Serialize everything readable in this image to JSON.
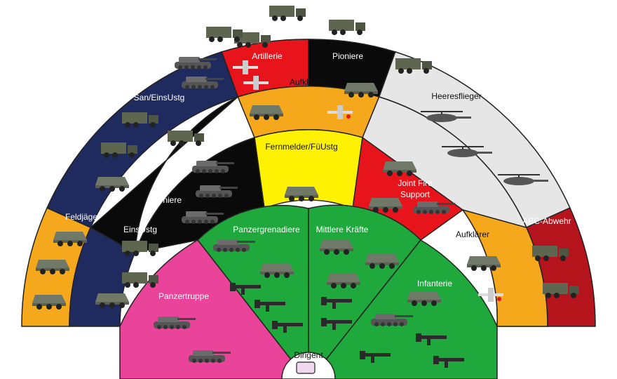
{
  "sections": {
    "artillerie": {
      "label": "Artillerie",
      "color": "#e8141c"
    },
    "pioniere_top": {
      "label": "Pioniere",
      "color": "#0a0a0a"
    },
    "san_einsustg": {
      "label": "San/EinsUstg",
      "color": "#1f2a5e"
    },
    "aufklaerer_top": {
      "label": "Aufklärer",
      "color": "#f6a81c"
    },
    "heeresflieger": {
      "label": "Heeresflieger",
      "color": "#e6e6e6"
    },
    "pioniere_mid": {
      "label": "Pioniere",
      "color": "#0a0a0a"
    },
    "fernmelder": {
      "label": "Fernmelder/FüUstg",
      "color": "#fff200"
    },
    "joint_fire_support": {
      "label_line1": "Joint Fire",
      "label_line2": "Support",
      "color": "#e8141c"
    },
    "feldjaeger": {
      "label": "Feldjäger",
      "color": "#f6a81c"
    },
    "einsustg": {
      "label": "EinsUstg",
      "color": "#1f2a5e"
    },
    "aufklaerer_right": {
      "label": "Aufklärer",
      "color": "#f6a81c"
    },
    "abc_abwehr": {
      "label": "ABC-Abwehr",
      "color": "#b5141c"
    },
    "panzertruppe": {
      "label": "Panzertruppe",
      "color": "#e9439a"
    },
    "panzergrenadiere": {
      "label": "Panzergrenadiere",
      "color": "#1fa83c"
    },
    "mittlere_kraefte": {
      "label": "Mittlere Kräfte",
      "color": "#1fa83c"
    },
    "infanterie": {
      "label": "Infanterie",
      "color": "#1fa83c"
    },
    "dirigent": {
      "label": "Dirigent"
    }
  }
}
